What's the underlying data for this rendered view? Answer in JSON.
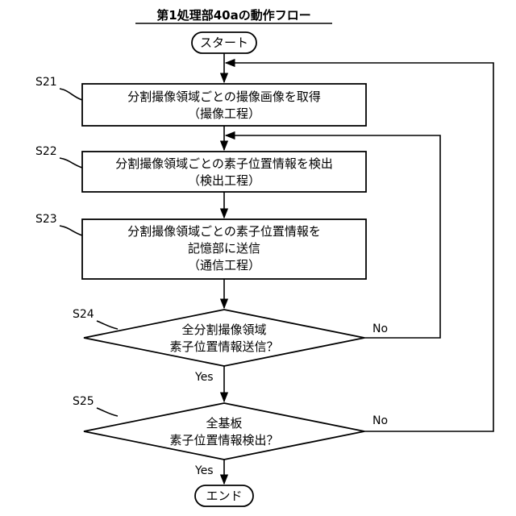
{
  "title": "第1処理部40aの動作フロー",
  "start_label": "スタート",
  "end_label": "エンド",
  "steps": {
    "s21": {
      "id": "S21",
      "line1": "分割撮像領域ごとの撮像画像を取得",
      "line2": "（撮像工程）"
    },
    "s22": {
      "id": "S22",
      "line1": "分割撮像領域ごとの素子位置情報を検出",
      "line2": "（検出工程）"
    },
    "s23": {
      "id": "S23",
      "line1": "分割撮像領域ごとの素子位置情報を",
      "line2": "記憶部に送信",
      "line3": "（通信工程）"
    },
    "s24": {
      "id": "S24",
      "line1": "全分割撮像領域",
      "line2": "素子位置情報送信？",
      "yes": "Yes",
      "no": "No"
    },
    "s25": {
      "id": "S25",
      "line1": "全基板",
      "line2": "素子位置情報検出？",
      "yes": "Yes",
      "no": "No"
    }
  }
}
